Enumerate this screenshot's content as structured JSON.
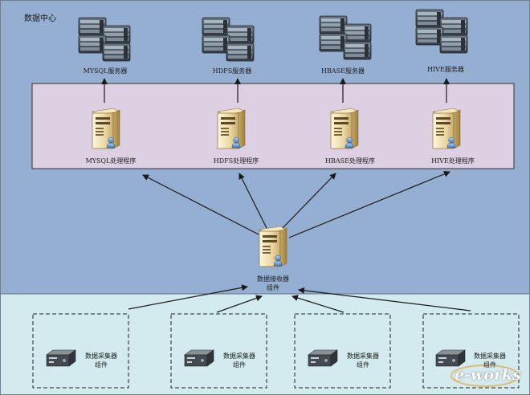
{
  "datacenter": {
    "title": "数据中心"
  },
  "servers": [
    {
      "label": "MYSQL服务器"
    },
    {
      "label": "HDFS服务器"
    },
    {
      "label": "HBASE服务器"
    },
    {
      "label": "HIVE服务器"
    }
  ],
  "handlers": [
    {
      "label": "MYSQL处理程序"
    },
    {
      "label": "HDFS处理程序"
    },
    {
      "label": "HBASE处理程序"
    },
    {
      "label": "HIVE处理程序"
    }
  ],
  "receiver": {
    "line1": "数据接收器",
    "line2": "组件"
  },
  "collectors": [
    {
      "line1": "数据采集器",
      "line2": "组件"
    },
    {
      "line1": "数据采集器",
      "line2": "组件"
    },
    {
      "line1": "数据采集器",
      "line2": "组件"
    },
    {
      "line1": "数据采集器",
      "line2": "组件"
    }
  ],
  "watermark": "e-works",
  "colors": {
    "datacenter_bg": "#95afd2",
    "handler_band_bg": "#ddd0e3",
    "collector_band_bg": "#d3ebef",
    "line": "#1a1a1a"
  }
}
